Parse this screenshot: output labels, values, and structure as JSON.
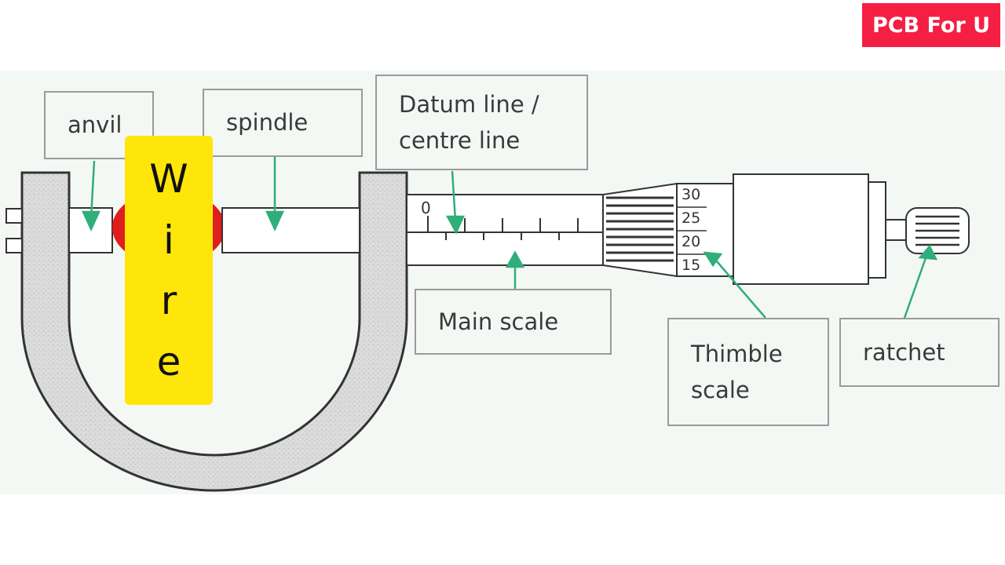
{
  "brand": {
    "label": "PCB For U",
    "color": "#f51f44"
  },
  "labels": {
    "anvil": "anvil",
    "spindle": "spindle",
    "datum": "Datum line /\ncentre line",
    "main_scale": "Main scale",
    "thimble": "Thimble\nscale",
    "ratchet": "ratchet"
  },
  "wire_letters": [
    "W",
    "i",
    "r",
    "e"
  ],
  "main_scale_zero": "0",
  "thimble_ticks": [
    "30",
    "25",
    "20",
    "15"
  ],
  "colors": {
    "arrow": "#2fae7a",
    "wire_highlight": "#ffe60a",
    "wire_body": "#e01e1e",
    "frame_fill": "#d9d9d9"
  }
}
